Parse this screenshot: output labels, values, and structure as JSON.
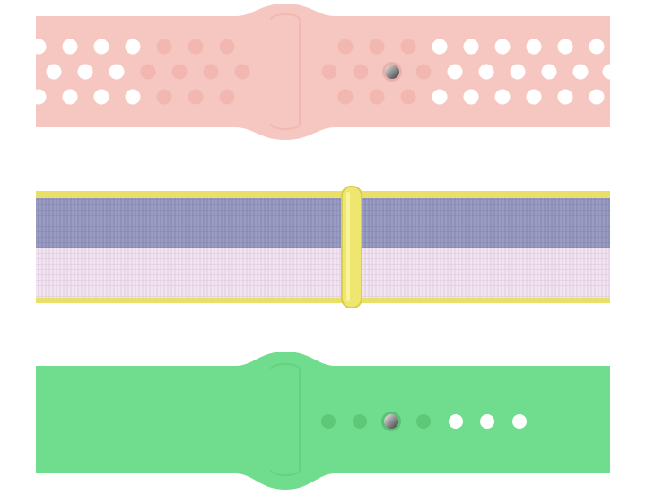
{
  "scene": {
    "background": "#ffffff",
    "bands": [
      {
        "name": "sport-band-pink",
        "style": "perforated-sport-band",
        "color": "#f6c7c0",
        "hole_color": "#ffffff",
        "inner_hole_color": "#f1b7b0",
        "has_pin": true
      },
      {
        "name": "sport-loop-woven",
        "style": "woven-loop",
        "stripe_colors": [
          "#8f91b9",
          "#e9d8e8"
        ],
        "edge_color": "#e9e06a",
        "keeper_color": "#eee66f",
        "has_pin": false
      },
      {
        "name": "sport-band-green",
        "style": "sport-band",
        "color": "#6fdd8d",
        "hole_color": "#ffffff",
        "has_pin": true
      }
    ]
  }
}
